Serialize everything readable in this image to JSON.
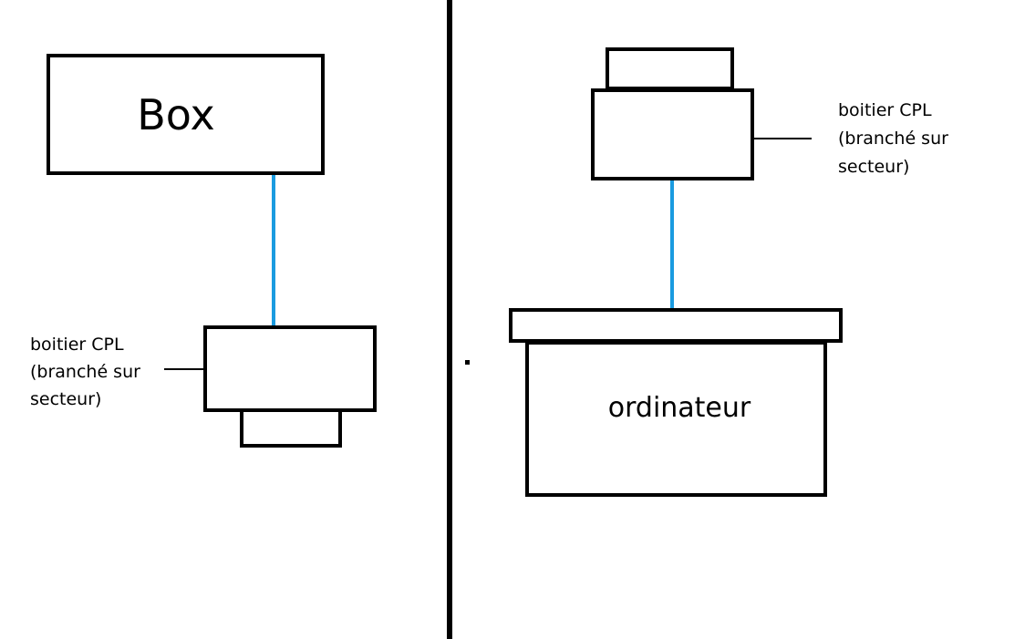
{
  "colors": {
    "stroke": "#000000",
    "cable": "#1a9be0",
    "background": "#ffffff"
  },
  "left": {
    "box_label": "Box",
    "cpl_label_lines": [
      "boitier CPL",
      "(branché sur",
      "secteur)"
    ]
  },
  "right": {
    "cpl_label_lines": [
      "boitier CPL",
      "(branché sur",
      "secteur)"
    ],
    "computer_label": "ordinateur"
  }
}
